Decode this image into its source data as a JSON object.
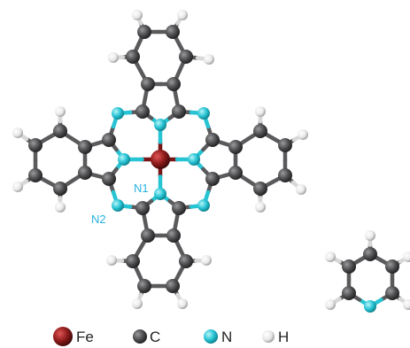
{
  "colors": {
    "Fe": "#8e1b1b",
    "C": "#4e4e50",
    "N": "#27c4d4",
    "H": "#f2f2f2",
    "label": "#27b4df"
  },
  "icons": [
    "iron-atom-icon",
    "carbon-atom-icon",
    "nitrogen-atom-icon",
    "hydrogen-atom-icon"
  ],
  "labels": {
    "n1": "N1",
    "n2": "N2"
  },
  "legend": [
    {
      "element": "Fe",
      "label": "Fe"
    },
    {
      "element": "C",
      "label": "C"
    },
    {
      "element": "N",
      "label": "N"
    },
    {
      "element": "H",
      "label": "H"
    }
  ]
}
